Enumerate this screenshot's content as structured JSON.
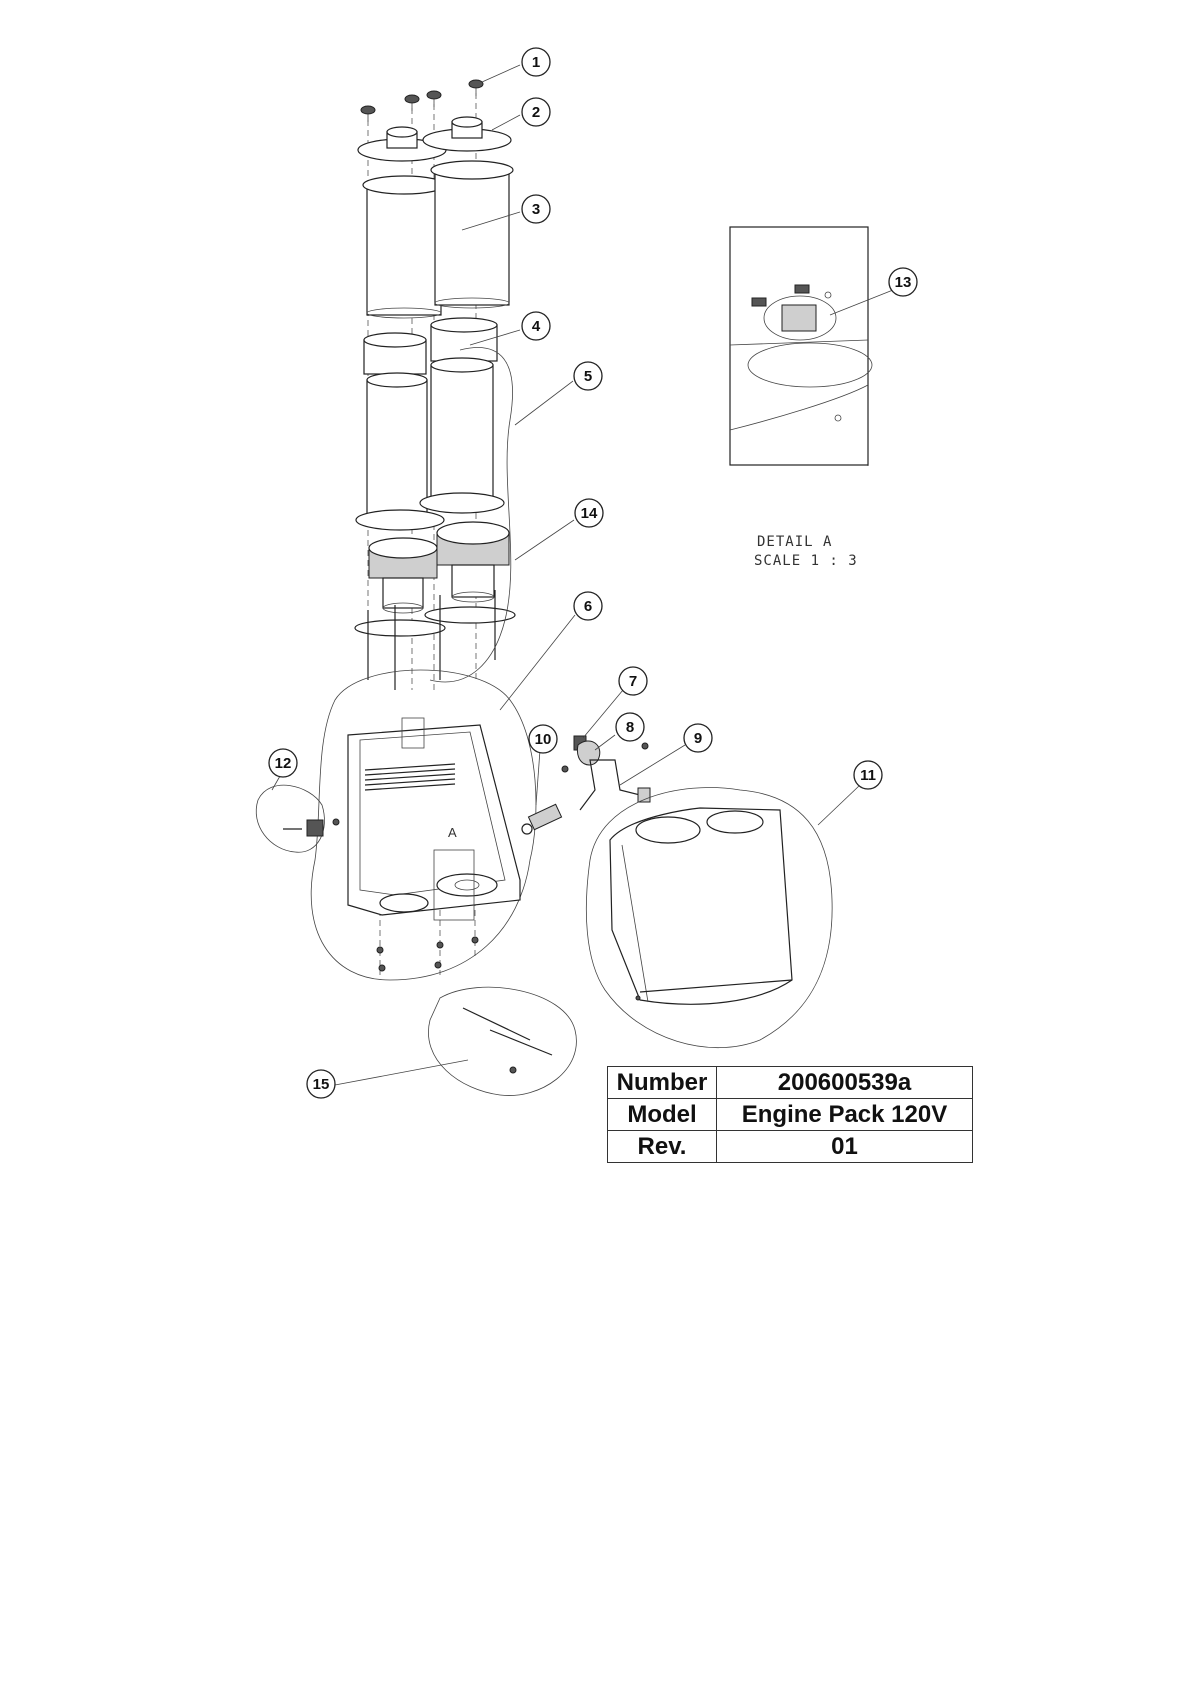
{
  "balloons": [
    {
      "id": "1",
      "label": "1"
    },
    {
      "id": "2",
      "label": "2"
    },
    {
      "id": "3",
      "label": "3"
    },
    {
      "id": "4",
      "label": "4"
    },
    {
      "id": "5",
      "label": "5"
    },
    {
      "id": "6",
      "label": "6"
    },
    {
      "id": "7",
      "label": "7"
    },
    {
      "id": "8",
      "label": "8"
    },
    {
      "id": "9",
      "label": "9"
    },
    {
      "id": "10",
      "label": "10"
    },
    {
      "id": "11",
      "label": "11"
    },
    {
      "id": "12",
      "label": "12"
    },
    {
      "id": "13",
      "label": "13"
    },
    {
      "id": "14",
      "label": "14"
    },
    {
      "id": "15",
      "label": "15"
    }
  ],
  "detail": {
    "view_letter": "A",
    "caption_line1": "DETAIL A",
    "caption_line2": "SCALE 1 : 3"
  },
  "title_block": {
    "number_label": "Number",
    "number_value": "200600539a",
    "model_label": "Model",
    "model_value": "Engine Pack 120V",
    "rev_label": "Rev.",
    "rev_value": "01"
  }
}
